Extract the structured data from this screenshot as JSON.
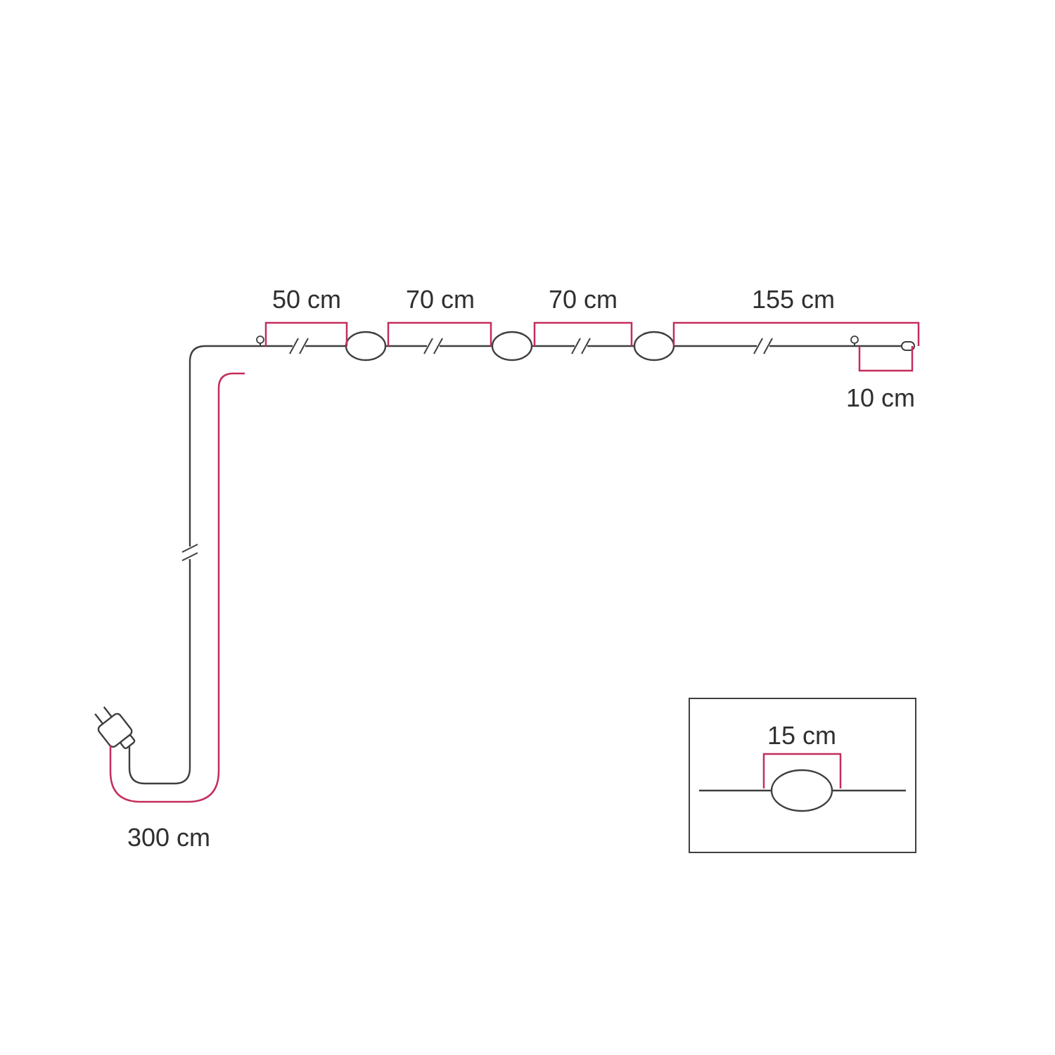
{
  "diagram": {
    "colors": {
      "cable": "#3f3f3f",
      "dimension": "#c52d5b",
      "text": "#2f2f2f",
      "background": "#ffffff"
    },
    "labels": {
      "segment_50": "50 cm",
      "segment_70_a": "70 cm",
      "segment_70_b": "70 cm",
      "segment_155": "155 cm",
      "end_offset_10": "10 cm",
      "power_cable_300": "300 cm",
      "inset_lampholder_15": "15 cm"
    },
    "icons": {
      "plug": "power-plug-icon",
      "lampholder": "lampholder-oval-icon",
      "hook": "wall-screw-icon",
      "cable_break": "cable-break-icon",
      "cable_end": "cable-end-tip-icon"
    }
  }
}
